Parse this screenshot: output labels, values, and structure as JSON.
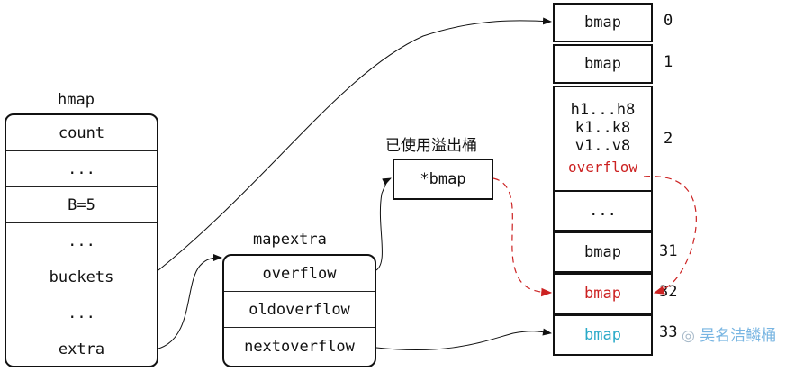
{
  "hmap": {
    "title": "hmap",
    "fields": [
      "count",
      "...",
      "B=5",
      "...",
      "buckets",
      "...",
      "extra"
    ]
  },
  "mapextra": {
    "title": "mapextra",
    "fields": [
      "overflow",
      "oldoverflow",
      "nextoverflow"
    ]
  },
  "overflow_bucket": {
    "title": "已使用溢出桶",
    "label": "*bmap"
  },
  "buckets": {
    "b0": {
      "label": "bmap",
      "index": "0"
    },
    "b1": {
      "label": "bmap",
      "index": "1"
    },
    "b2": {
      "line1": "h1...h8",
      "line2": "k1..k8",
      "line3": "v1..v8",
      "overflow": "overflow",
      "index": "2"
    },
    "dots": "...",
    "b31": {
      "label": "bmap",
      "index": "31"
    },
    "b32": {
      "label": "bmap",
      "index": "32"
    },
    "b33": {
      "label": "bmap",
      "index": "33"
    }
  },
  "watermark": "吴名洁鳞桶",
  "colors": {
    "red": "#cc2222",
    "cyan": "#2aaac8",
    "line": "#111111"
  }
}
